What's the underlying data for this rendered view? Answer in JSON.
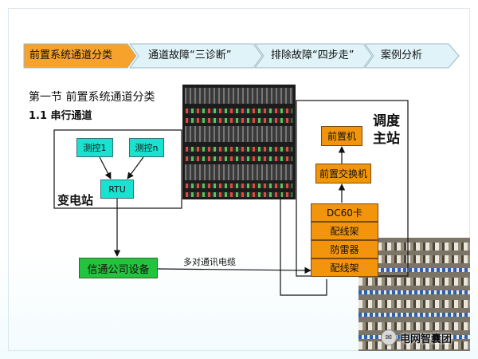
{
  "nav": {
    "items": [
      {
        "label": "前置系统通道分类",
        "active": true
      },
      {
        "label": "通道故障“三诊断”",
        "active": false
      },
      {
        "label": "排除故障“四步走”",
        "active": false
      },
      {
        "label": "案例分析",
        "active": false
      }
    ]
  },
  "section_title": "第一节 前置系统通道分类",
  "subsection_title": "1.1 串行通道",
  "diagram": {
    "substation": {
      "label": "变电站",
      "nodes": {
        "ctrl1": "测控1",
        "ctrln": "测控n",
        "rtu": "RTU"
      }
    },
    "telecom_device": "信通公司设备",
    "cable_label": "多对通讯电缆",
    "master": {
      "label_line1": "调度",
      "label_line2": "主站",
      "front_machine": "前置机",
      "front_switch": "前置交换机",
      "stack": [
        "DC60卡",
        "配线架",
        "防雷器",
        "配线架"
      ]
    }
  },
  "logo_text": "电网智囊团",
  "colors": {
    "active_tab": "#f7a22b",
    "inactive_tab": "#dff3f8",
    "cyan_box": "#17e3d0",
    "green_box": "#25c23d",
    "orange_box": "#f2950c"
  }
}
